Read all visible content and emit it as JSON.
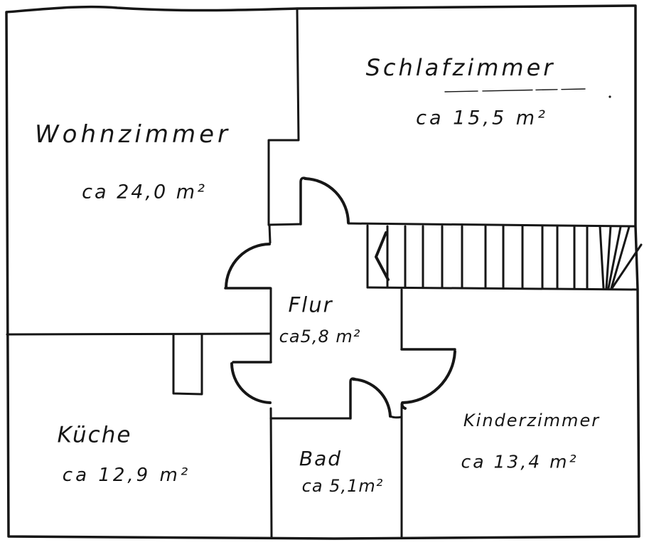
{
  "page": {
    "background": "#ffffff",
    "ink": "#161616",
    "type_note": "hand-drawn floor plan sketch"
  },
  "rooms": [
    {
      "key": "wohnzimmer",
      "name": "Wohnzimmer",
      "area": "ca 24,0 m²"
    },
    {
      "key": "schlafzimmer",
      "name": "Schlafzimmer",
      "area": "ca 15,5 m²"
    },
    {
      "key": "flur",
      "name": "Flur",
      "area": "ca5,8 m²"
    },
    {
      "key": "kueche",
      "name": "Küche",
      "area": "ca 12,9 m²"
    },
    {
      "key": "bad",
      "name": "Bad",
      "area": "ca 5,1m²"
    },
    {
      "key": "kinderzimmer",
      "name": "Kinderzimmer",
      "area": "ca 13,4 m²"
    }
  ],
  "stairs": {
    "tread_count": 16,
    "direction_marker": "chevron"
  },
  "doors": [
    "wohnzimmer-flur",
    "schlafzimmer-flur",
    "kueche-flur",
    "bad-flur",
    "kinderzimmer-flur"
  ]
}
